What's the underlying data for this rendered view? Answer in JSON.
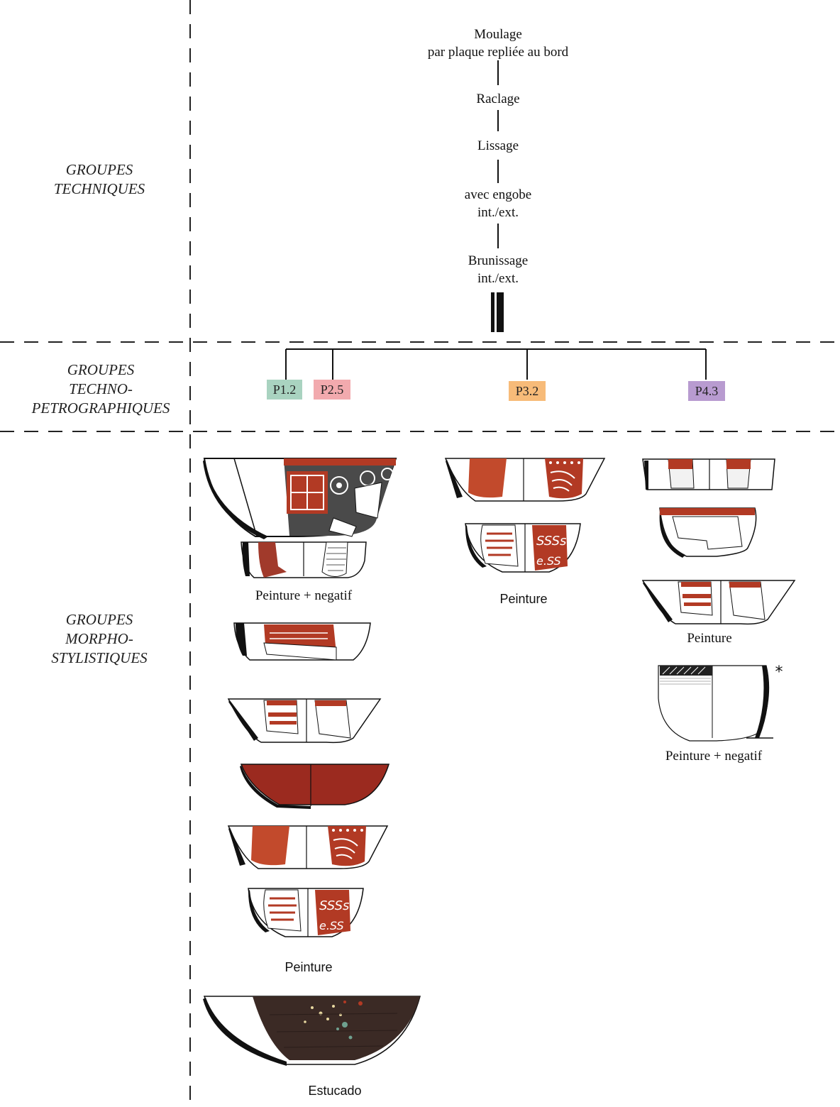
{
  "rows": {
    "techniques": "GROUPES\nTECHNIQUES",
    "petro": "GROUPES\nTECHNO-\nPETROGRAPHIQUES",
    "morpho": "GROUPES\nMORPHO-\nSTYLISTIQUES"
  },
  "steps": [
    "Moulage\npar plaque repliée au bord",
    "Raclage",
    "Lissage",
    "avec engobe\nint./ext.",
    "Brunissage\nint./ext."
  ],
  "petro_groups": [
    {
      "label": "P1.2",
      "color": "#a9d3c0"
    },
    {
      "label": "P2.5",
      "color": "#f2aaae"
    },
    {
      "label": "P3.2",
      "color": "#f7bb79"
    },
    {
      "label": "P4.3",
      "color": "#b89bd0"
    }
  ],
  "captions": {
    "p1_paint_neg": "Peinture + negatif",
    "p1_paint": "Peinture",
    "p1_estucado": "Estucado",
    "p3_paint": "Peinture",
    "p4_paint": "Peinture",
    "p4_paint_neg": "Peinture + negatif",
    "p4_asterisk": "*"
  },
  "colors": {
    "red": "#b23a24",
    "dark_red": "#9b2a1f",
    "grey": "#4a4a4a",
    "dark_brown": "#3b2a25",
    "line": "#111111"
  }
}
